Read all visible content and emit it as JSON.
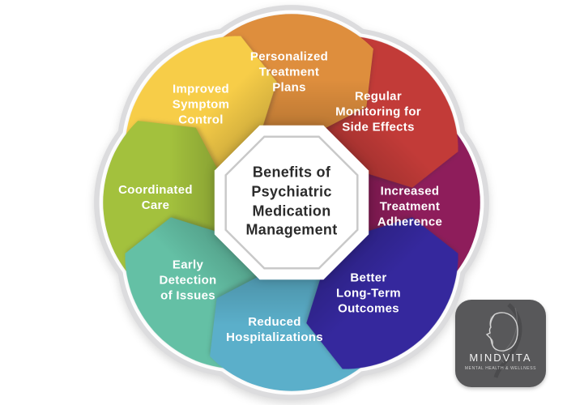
{
  "title": "Benefits of\nPsychiatric\nMedication\nManagement",
  "petals": [
    {
      "id": "personalized-treatment-plans",
      "label": "Personalized\nTreatment\nPlans",
      "color": "#DE8E3D"
    },
    {
      "id": "regular-monitoring-side-effects",
      "label": "Regular\nMonitoring for\nSide Effects",
      "color": "#C23B38"
    },
    {
      "id": "increased-treatment-adherence",
      "label": "Increased\nTreatment\nAdherence",
      "color": "#8E1D5B"
    },
    {
      "id": "better-long-term-outcomes",
      "label": "Better\nLong-Term\nOutcomes",
      "color": "#35289D"
    },
    {
      "id": "reduced-hospitalizations",
      "label": "Reduced\nHospitalizations",
      "color": "#5BAFCA"
    },
    {
      "id": "early-detection-of-issues",
      "label": "Early\nDetection\nof Issues",
      "color": "#64C0A5"
    },
    {
      "id": "coordinated-care",
      "label": "Coordinated\nCare",
      "color": "#A3C13D"
    },
    {
      "id": "improved-symptom-control",
      "label": "Improved\nSymptom\nControl",
      "color": "#F7CD48"
    }
  ],
  "ring": {
    "outer_color": "#DCDCDE",
    "seam_color": "#FFFFFF",
    "octagon_border_color": "#C9C9C9"
  },
  "logo": {
    "name": "MINDVITA",
    "tagline": "MENTAL HEALTH & WELLNESS",
    "bg_color": "#58585A"
  }
}
